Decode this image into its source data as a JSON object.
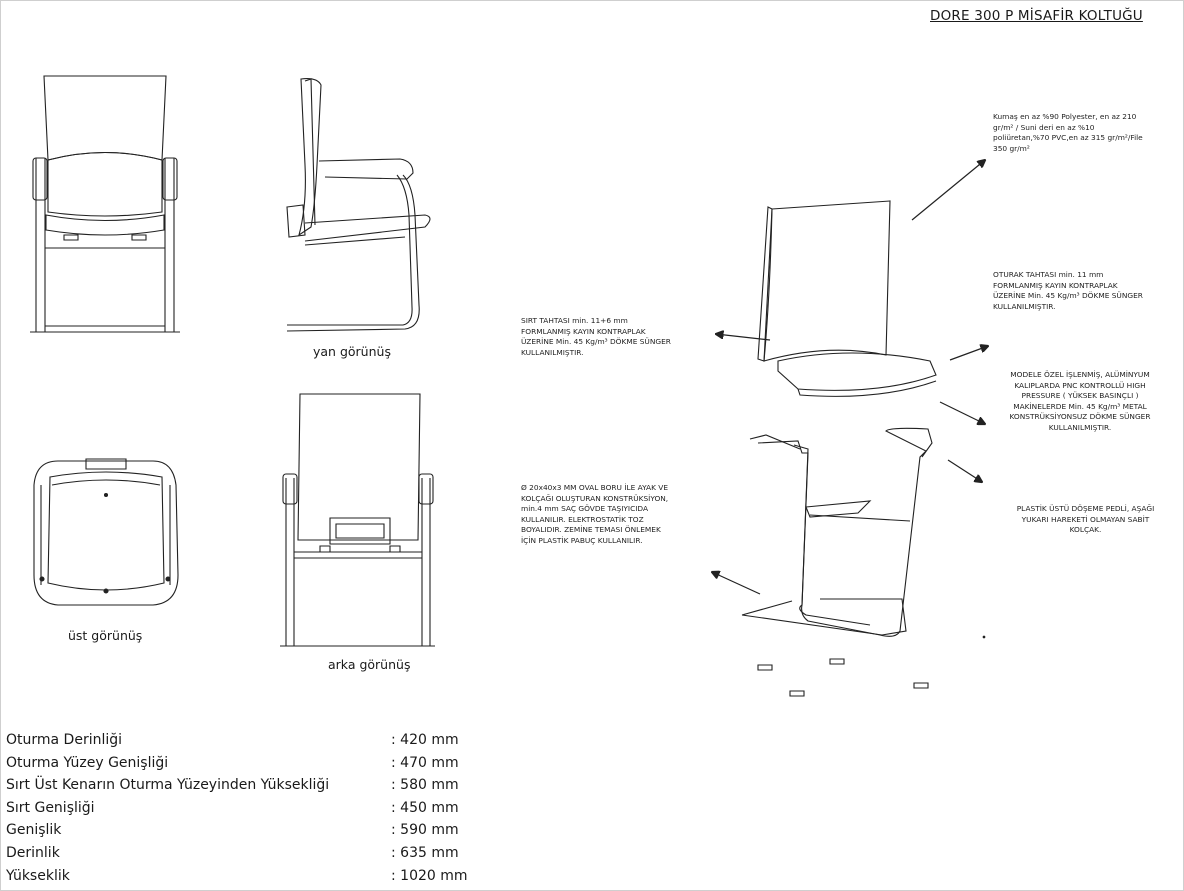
{
  "document": {
    "title": "DORE 300 P MİSAFİR KOLTUĞU"
  },
  "views": {
    "side_label": "yan görünüş",
    "top_label": "üst görünüş",
    "back_label": "arka görünüş"
  },
  "callouts": {
    "fabric": "Kumaş en az %90 Polyester, en az 210\ngr/m² / Suni deri en az %10\npoliüretan,%70 PVC,en az 315 gr/m²/File\n350 gr/m²",
    "seat_board": "OTURAK TAHTASI min. 11 mm\nFORMLANMIŞ KAYIN KONTRAPLAK\nÜZERİNE  Min. 45 Kg/m³ DÖKME SÜNGER\nKULLANILMIŞTIR.",
    "back_board": "SIRT TAHTASI min. 11+6 mm\nFORMLANMIŞ KAYIN KONTRAPLAK\nÜZERİNE  Min. 45 Kg/m³ DÖKME SÜNGER\nKULLANILMIŞTIR.",
    "aluminum": "MODELE ÖZEL İŞLENMİŞ, ALÜMİNYUM\nKALIPLARDA  PNC KONTROLLÜ HIGH\nPRESSURE ( YÜKSEK BASINÇLI )\nMAKİNELERDE  Min. 45 Kg/m³  METAL\nKONSTRÜKSİYONSUZ DÖKME SÜNGER\nKULLANILMIŞTIR.",
    "frame": "Ø 20x40x3 MM OVAL BORU İLE AYAK VE\nKOLÇAĞI OLUŞTURAN KONSTRÜKSİYON,\nmin.4  mm SAÇ GÖVDE TAŞIYICIDA\nKULLANILIR.  ELEKTROSTATİK TOZ\nBOYALIDIR.  ZEMİNE TEMASI ÖNLEMEK\nİÇİN PLASTİK PABUÇ KULLANILIR.",
    "armrest": "PLASTİK ÜSTÜ DÖŞEME PEDLİ, AŞAĞI\nYUKARI HAREKETİ OLMAYAN SABİT\nKOLÇAK."
  },
  "specs": [
    {
      "label": "Oturma Derinliği",
      "value": ": 420 mm"
    },
    {
      "label": "Oturma Yüzey Genişliği",
      "value": ": 470 mm"
    },
    {
      "label": "Sırt Üst Kenarın Oturma Yüzeyinden Yüksekliği",
      "value": ": 580 mm"
    },
    {
      "label": "Sırt Genişliği",
      "value": ": 450 mm"
    },
    {
      "label": "Genişlik",
      "value": ": 590 mm"
    },
    {
      "label": "Derinlik",
      "value": ": 635 mm"
    },
    {
      "label": "Yükseklik",
      "value": ": 1020 mm"
    }
  ]
}
